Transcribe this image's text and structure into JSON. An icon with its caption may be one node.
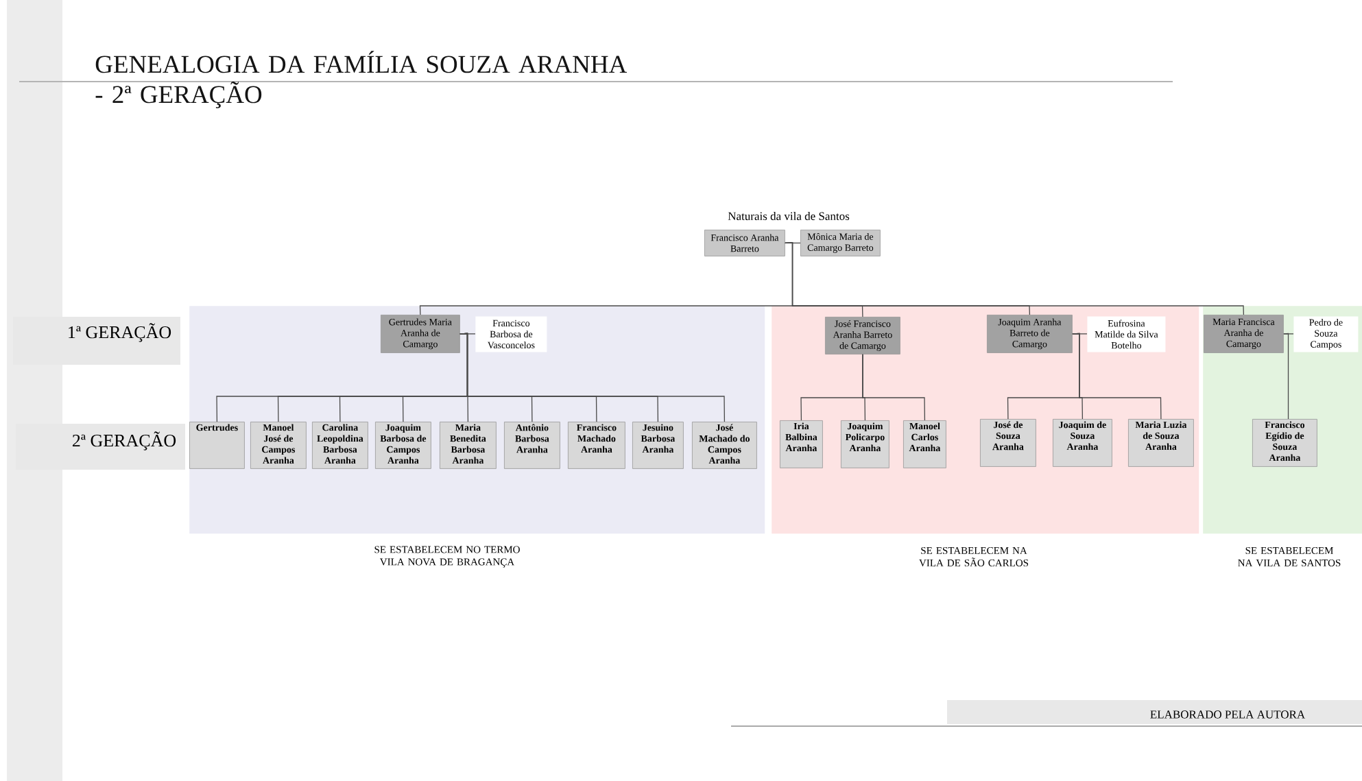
{
  "diagram": {
    "title": "GENEALOGIA DA FAMÍLIA SOUZA ARANHA - 2ª GERAÇÃO",
    "nodes": [
      {
        "text": [
          "Francisco Aranha Barreto"
        ]
      },
      {
        "text": [
          "Mônica Maria de Camargo Barreto"
        ]
      },
      {
        "text": [
          "SE ESTABELECEM NO TERMO VILA NOVA DE BRAGANÇA"
        ]
      },
      {
        "text": [
          "Gertrudes Maria Aranha de Camargo"
        ],
        "in": 2
      },
      {
        "text": [
          "Francisco Barbosa de Vasconcelos"
        ],
        "in": 2
      },
      {
        "text": [
          "Gertrudes"
        ],
        "in": 2
      },
      {
        "text": [
          "Manoel José de Campos Aranha"
        ],
        "in": 2
      },
      {
        "text": [
          "Carolina Leopoldina Barbosa Aranha"
        ],
        "in": 2
      },
      {
        "text": [
          "Joaquim Barbosa de Campos Aranha"
        ],
        "in": 2
      },
      {
        "text": [
          "Maria Benedita Barbosa Aranha"
        ],
        "in": 2
      },
      {
        "text": [
          "Antônio Barbosa Aranha"
        ],
        "in": 2
      },
      {
        "text": [
          "Francisco Machado Aranha"
        ],
        "in": 2
      },
      {
        "text": [
          "Jesuino Barbosa Aranha"
        ],
        "in": 2
      },
      {
        "text": [
          "José Machado do Campos Aranha"
        ],
        "in": 2
      },
      {
        "text": [
          "SE ESTABELECEM NA VILA DE SÃO CARLOS"
        ]
      },
      {
        "text": [
          "José Francisco Aranha Barreto de Camargo"
        ],
        "in": 14
      },
      {
        "text": [
          "Joaquim Aranha Barreto de Camargo"
        ],
        "in": 14
      },
      {
        "text": [
          "Eufrosina Matilde da Silva Botelho"
        ],
        "in": 14
      },
      {
        "text": [
          "Iria Balbina Aranha"
        ],
        "in": 14
      },
      {
        "text": [
          "Joaquim Policarpo Aranha"
        ],
        "in": 14
      },
      {
        "text": [
          "Manoel Carlos Aranha"
        ],
        "in": 14
      },
      {
        "text": [
          "José de Souza Aranha"
        ],
        "in": 14
      },
      {
        "text": [
          "Joaquim de Souza Aranha"
        ],
        "in": 14
      },
      {
        "text": [
          "Maria Luzia de Souza Aranha"
        ],
        "in": 14
      },
      {
        "text": [
          "SE ESTABELECEM NA VILA DE SANTOS"
        ]
      },
      {
        "text": [
          "Maria Francisca Aranha de Camargo"
        ],
        "in": 24
      },
      {
        "text": [
          "Pedro de Souza Campos"
        ],
        "in": 24
      },
      {
        "text": [
          "Francisco Egídio de Souza Aranha"
        ],
        "in": 24
      }
    ],
    "edges": [
      {
        "from": 0,
        "to": 1,
        "arrow": "none"
      },
      {
        "from": 0,
        "to": 3,
        "arrow": "none"
      },
      {
        "from": 0,
        "to": 15,
        "arrow": "none"
      },
      {
        "from": 0,
        "to": 16,
        "arrow": "none"
      },
      {
        "from": 0,
        "to": 25,
        "arrow": "none"
      },
      {
        "from": 3,
        "to": 4,
        "arrow": "none"
      },
      {
        "from": 3,
        "to": 5,
        "arrow": "none"
      },
      {
        "from": 3,
        "to": 6,
        "arrow": "none"
      },
      {
        "from": 3,
        "to": 7,
        "arrow": "none"
      },
      {
        "from": 3,
        "to": 8,
        "arrow": "none"
      },
      {
        "from": 3,
        "to": 9,
        "arrow": "none"
      },
      {
        "from": 3,
        "to": 10,
        "arrow": "none"
      },
      {
        "from": 3,
        "to": 11,
        "arrow": "none"
      },
      {
        "from": 3,
        "to": 12,
        "arrow": "none"
      },
      {
        "from": 3,
        "to": 13,
        "arrow": "none"
      },
      {
        "from": 15,
        "to": 18,
        "arrow": "none"
      },
      {
        "from": 15,
        "to": 19,
        "arrow": "none"
      },
      {
        "from": 15,
        "to": 20,
        "arrow": "none"
      },
      {
        "from": 16,
        "to": 17,
        "arrow": "none"
      },
      {
        "from": 16,
        "to": 21,
        "arrow": "none"
      },
      {
        "from": 16,
        "to": 22,
        "arrow": "none"
      },
      {
        "from": 16,
        "to": 23,
        "arrow": "none"
      },
      {
        "from": 25,
        "to": 26,
        "arrow": "none"
      },
      {
        "from": 25,
        "to": 27,
        "arrow": "none"
      }
    ],
    "labels": [
      "Naturais da vila de Santos",
      "1ª GERAÇÃO",
      "2ª GERAÇÃO",
      "ELABORADO PELA AUTORA"
    ]
  }
}
